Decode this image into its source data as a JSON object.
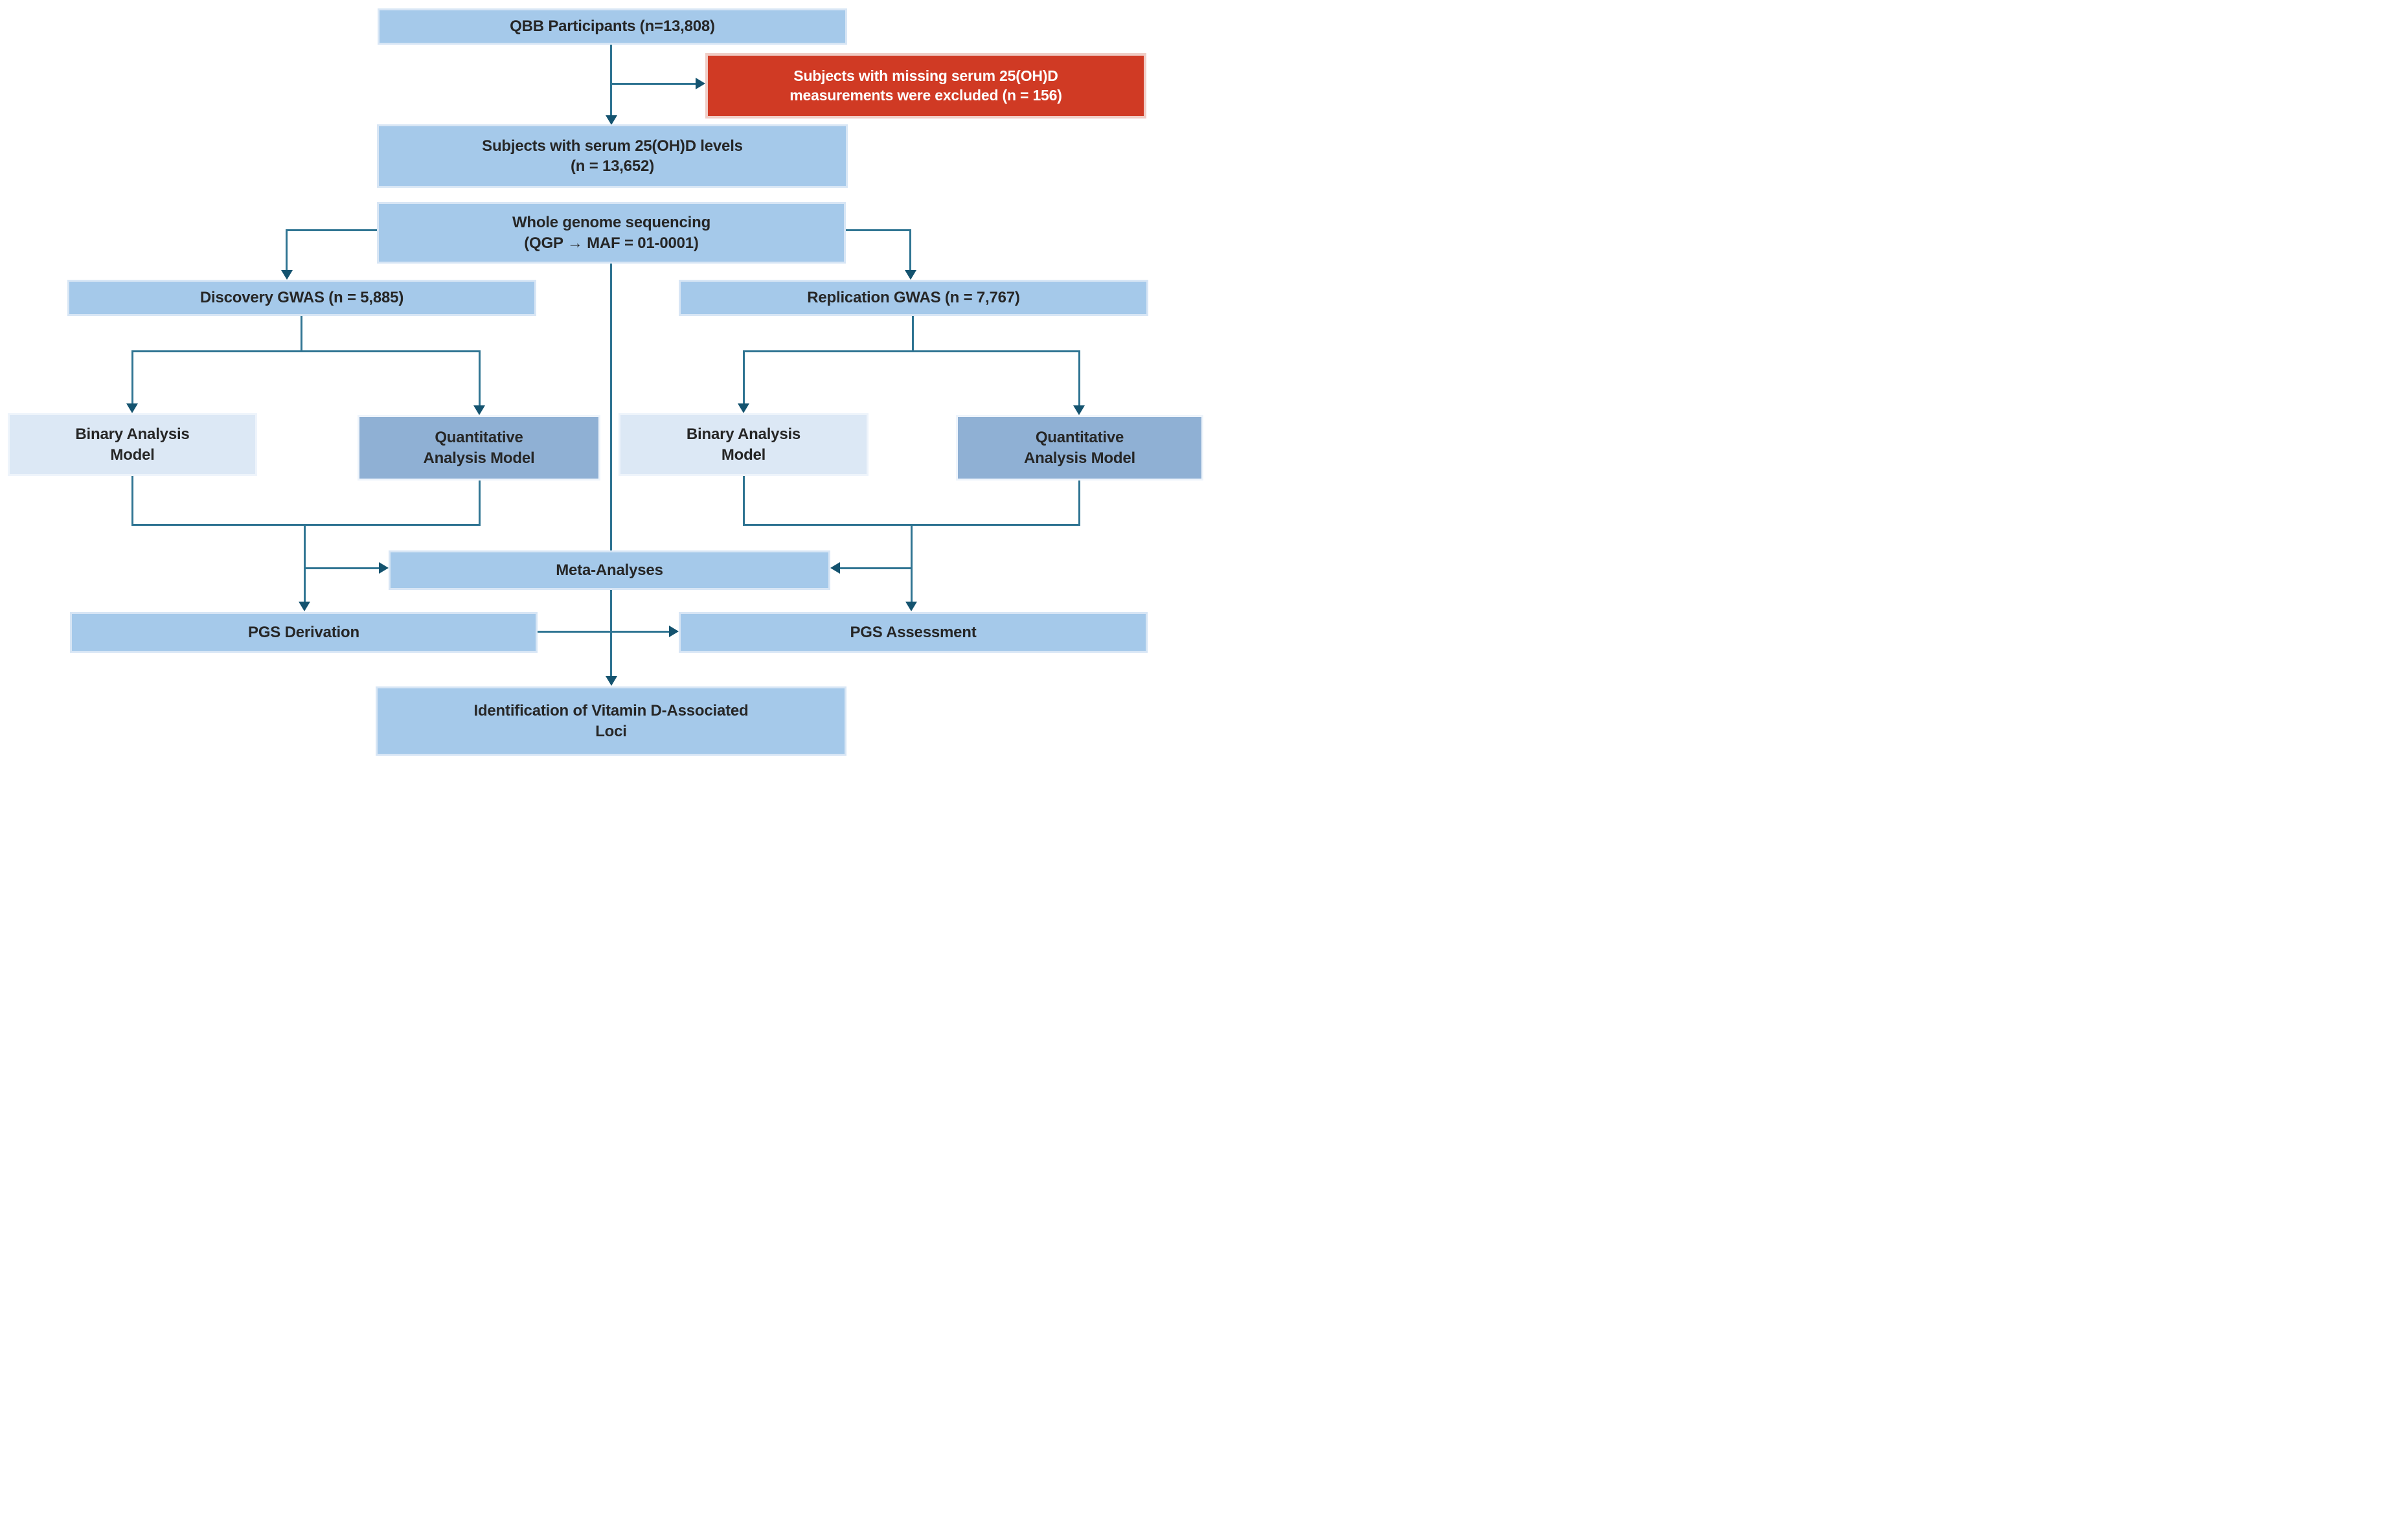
{
  "flowchart": {
    "title": "QBB vitamin D GWAS study flow",
    "nodes": {
      "qbb": {
        "label": "QBB Participants (n=13,808)"
      },
      "excluded": {
        "label": "Subjects with missing serum 25(OH)D\nmeasurements were excluded (n = 156)"
      },
      "serum": {
        "label": "Subjects with serum 25(OH)D levels\n(n = 13,652)"
      },
      "wgs": {
        "label": "Whole genome sequencing\n(QGP → MAF = 01-0001)"
      },
      "discovery": {
        "label": "Discovery GWAS (n = 5,885)"
      },
      "replication": {
        "label": "Replication GWAS (n = 7,767)"
      },
      "disc_binary": {
        "label": "Binary Analysis\nModel"
      },
      "disc_quant": {
        "label": "Quantitative\nAnalysis Model"
      },
      "repl_binary": {
        "label": "Binary Analysis\nModel"
      },
      "repl_quant": {
        "label": "Quantitative\nAnalysis Model"
      },
      "meta": {
        "label": "Meta-Analyses"
      },
      "pgs_derivation": {
        "label": "PGS Derivation"
      },
      "pgs_assessment": {
        "label": "PGS Assessment"
      },
      "identification": {
        "label": "Identification of Vitamin D-Associated\nLoci"
      }
    },
    "colors": {
      "box_blue": "#a5c9ea",
      "box_blue_border": "#d8e6f5",
      "box_light": "#dce8f5",
      "box_light_border": "#eef4fb",
      "box_medium": "#8fb0d4",
      "box_red": "#d03a24",
      "box_red_border": "#f0cdc6",
      "line": "#2f7492",
      "arrow": "#14536f",
      "text_dark": "#262626",
      "text_white": "#ffffff"
    }
  }
}
